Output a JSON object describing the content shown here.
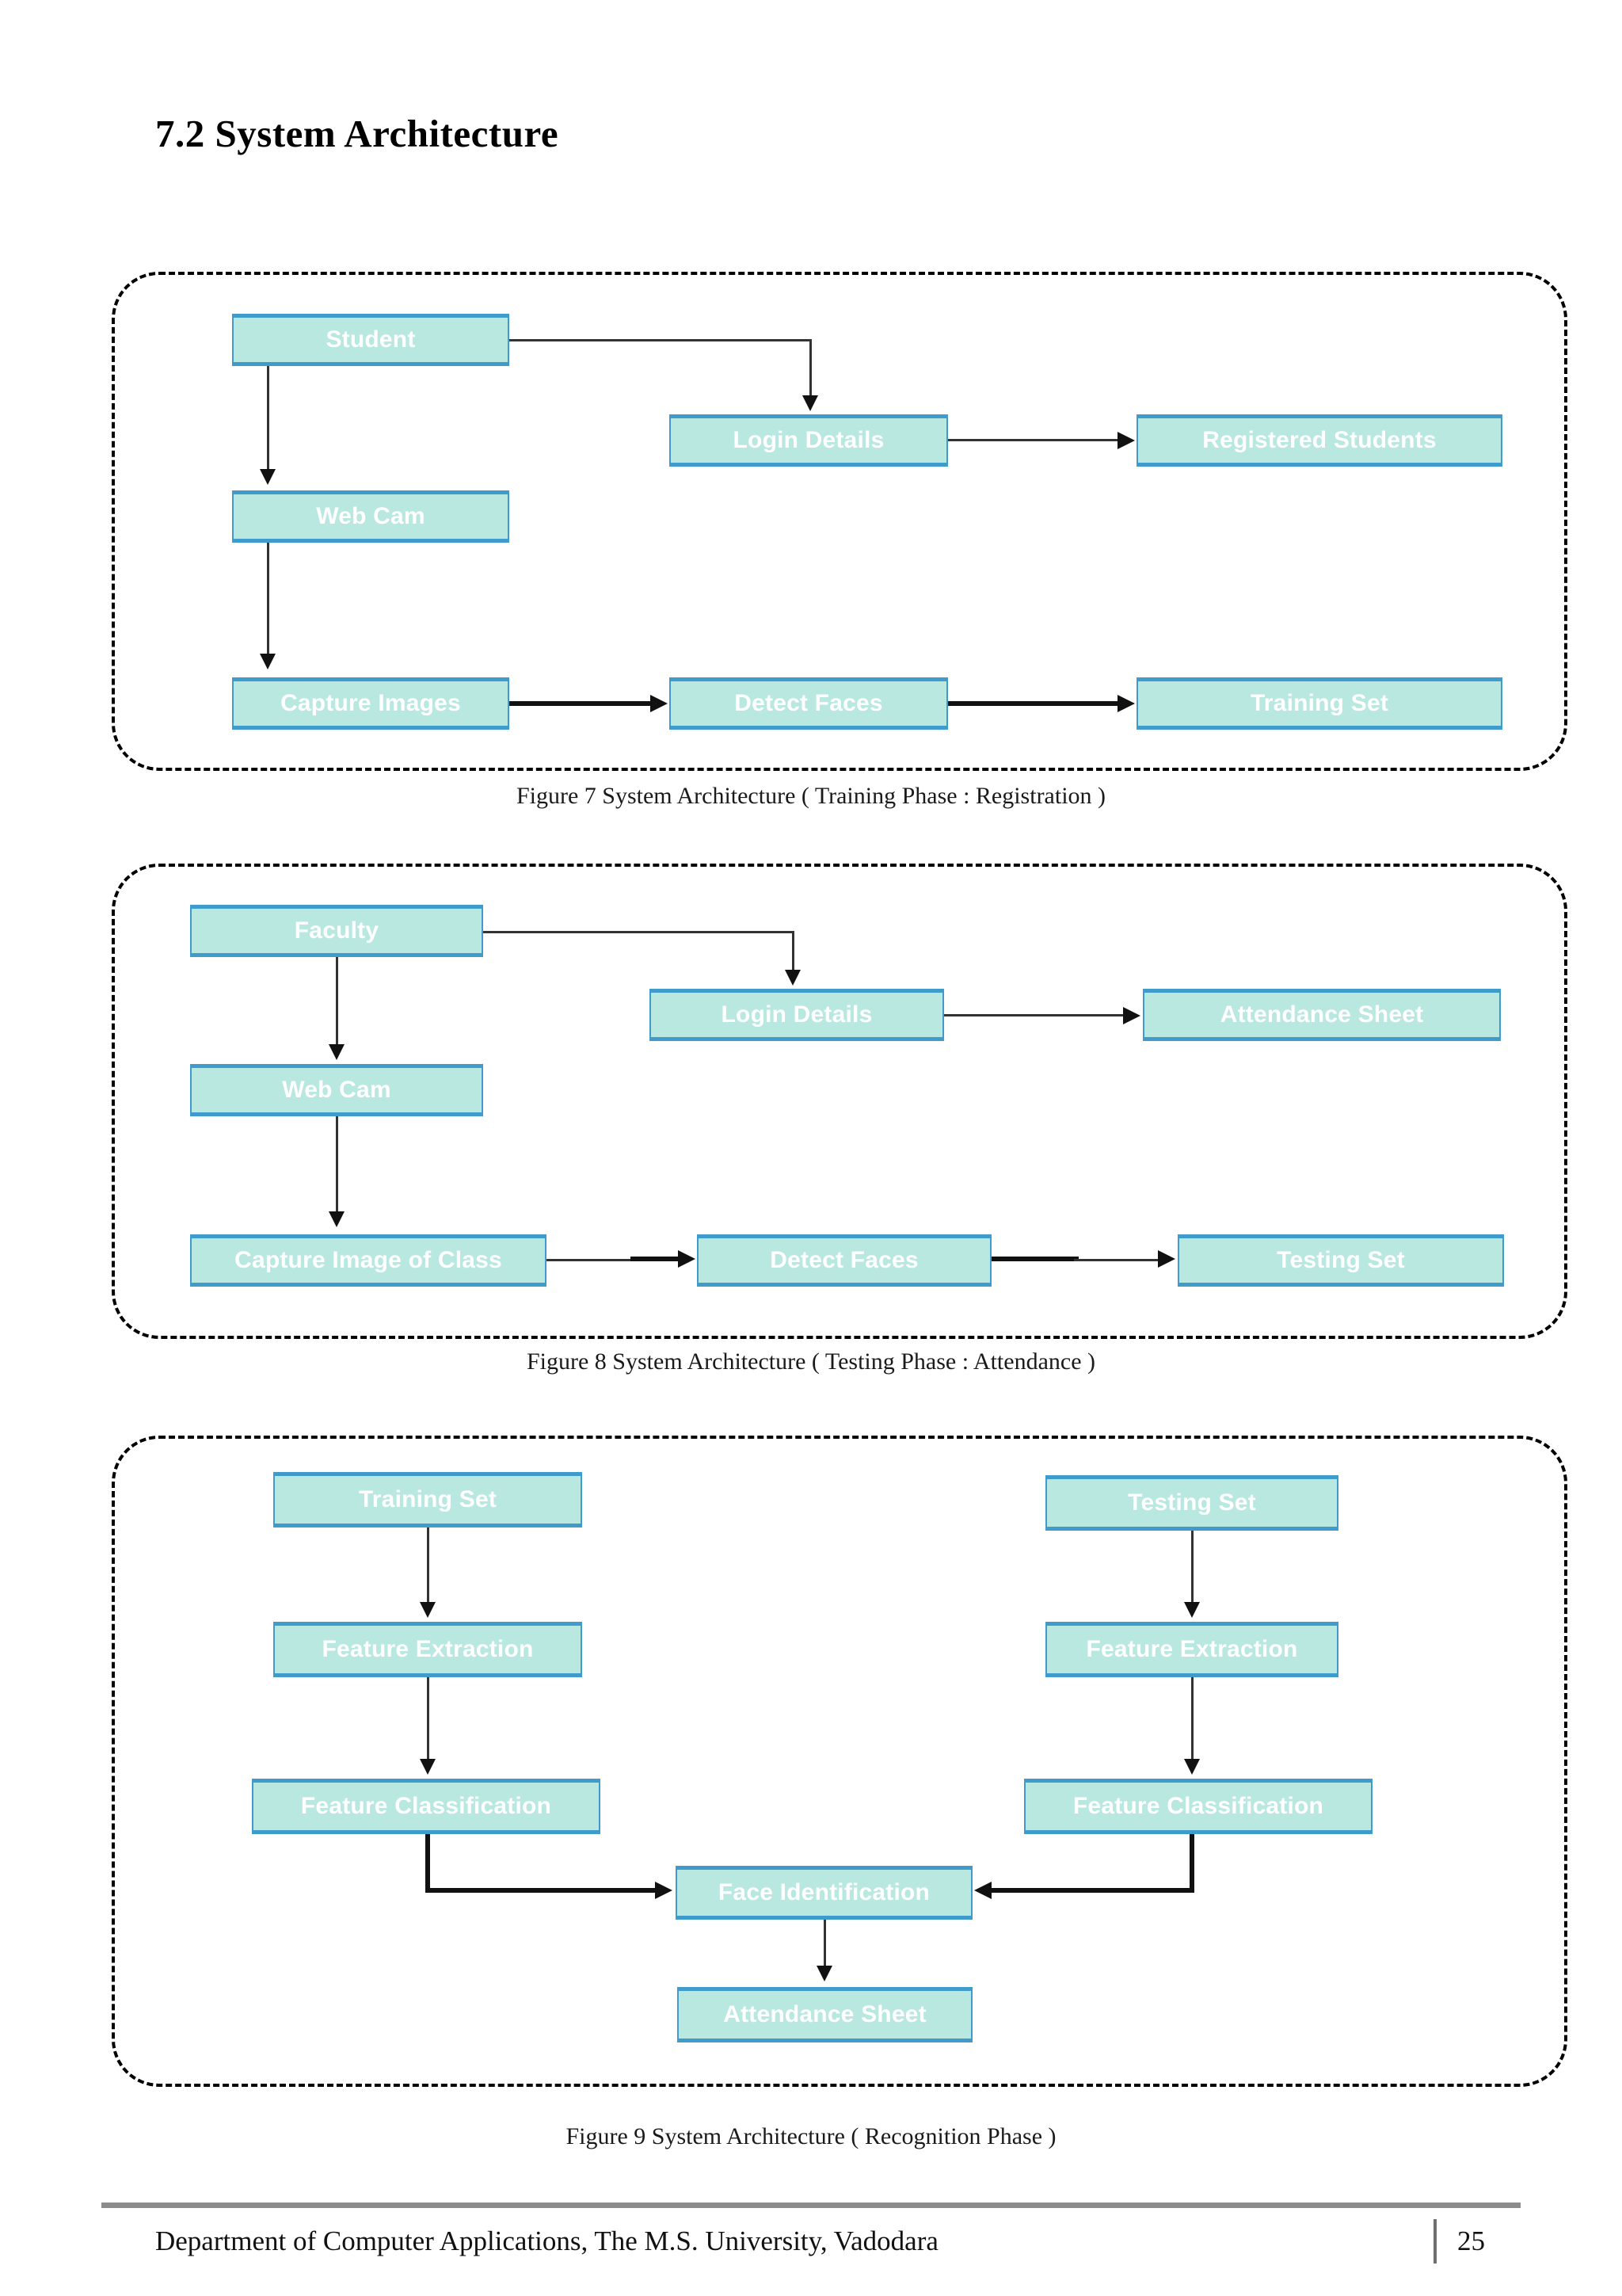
{
  "page": {
    "heading": "7.2 System Architecture",
    "number": "25",
    "footer_text": "Department of Computer Applications, The M.S. University, Vadodara"
  },
  "colors": {
    "node_fill": "#b9e8e1",
    "node_border": "#3f9bcb",
    "node_text": "#ffffff",
    "frame_border": "#000000",
    "connector": "#333333",
    "footer_rule": "#8c8c8c"
  },
  "figures": [
    {
      "id": "figure-7",
      "caption": "Figure 7 System Architecture ( Training Phase : Registration )",
      "nodes": [
        {
          "id": "student",
          "label": "Student"
        },
        {
          "id": "login-details",
          "label": "Login Details"
        },
        {
          "id": "registered-students",
          "label": "Registered Students"
        },
        {
          "id": "web-cam",
          "label": "Web Cam"
        },
        {
          "id": "capture-images",
          "label": "Capture Images"
        },
        {
          "id": "detect-faces",
          "label": "Detect Faces"
        },
        {
          "id": "training-set",
          "label": "Training Set"
        }
      ],
      "edges": [
        {
          "from": "student",
          "to": "login-details"
        },
        {
          "from": "student",
          "to": "web-cam"
        },
        {
          "from": "login-details",
          "to": "registered-students"
        },
        {
          "from": "web-cam",
          "to": "capture-images"
        },
        {
          "from": "capture-images",
          "to": "detect-faces"
        },
        {
          "from": "detect-faces",
          "to": "training-set"
        }
      ]
    },
    {
      "id": "figure-8",
      "caption": "Figure 8 System Architecture ( Testing Phase : Attendance )",
      "nodes": [
        {
          "id": "faculty",
          "label": "Faculty"
        },
        {
          "id": "login-details",
          "label": "Login Details"
        },
        {
          "id": "attendance-sheet",
          "label": "Attendance Sheet"
        },
        {
          "id": "web-cam",
          "label": "Web Cam"
        },
        {
          "id": "capture-image-of-class",
          "label": "Capture Image of Class"
        },
        {
          "id": "detect-faces",
          "label": "Detect Faces"
        },
        {
          "id": "testing-set",
          "label": "Testing Set"
        }
      ],
      "edges": [
        {
          "from": "faculty",
          "to": "login-details"
        },
        {
          "from": "faculty",
          "to": "web-cam"
        },
        {
          "from": "login-details",
          "to": "attendance-sheet"
        },
        {
          "from": "web-cam",
          "to": "capture-image-of-class"
        },
        {
          "from": "capture-image-of-class",
          "to": "detect-faces"
        },
        {
          "from": "detect-faces",
          "to": "testing-set"
        }
      ]
    },
    {
      "id": "figure-9",
      "caption": "Figure 9 System Architecture ( Recognition Phase )",
      "nodes": [
        {
          "id": "training-set",
          "label": "Training Set"
        },
        {
          "id": "testing-set",
          "label": "Testing Set"
        },
        {
          "id": "feature-extraction-left",
          "label": "Feature Extraction"
        },
        {
          "id": "feature-extraction-right",
          "label": "Feature Extraction"
        },
        {
          "id": "feature-classification-left",
          "label": "Feature Classification"
        },
        {
          "id": "feature-classification-right",
          "label": "Feature Classification"
        },
        {
          "id": "face-identification",
          "label": "Face Identification"
        },
        {
          "id": "attendance-sheet",
          "label": "Attendance Sheet"
        }
      ],
      "edges": [
        {
          "from": "training-set",
          "to": "feature-extraction-left"
        },
        {
          "from": "feature-extraction-left",
          "to": "feature-classification-left"
        },
        {
          "from": "feature-classification-left",
          "to": "face-identification"
        },
        {
          "from": "testing-set",
          "to": "feature-extraction-right"
        },
        {
          "from": "feature-extraction-right",
          "to": "feature-classification-right"
        },
        {
          "from": "feature-classification-right",
          "to": "face-identification"
        },
        {
          "from": "face-identification",
          "to": "attendance-sheet"
        }
      ]
    }
  ]
}
